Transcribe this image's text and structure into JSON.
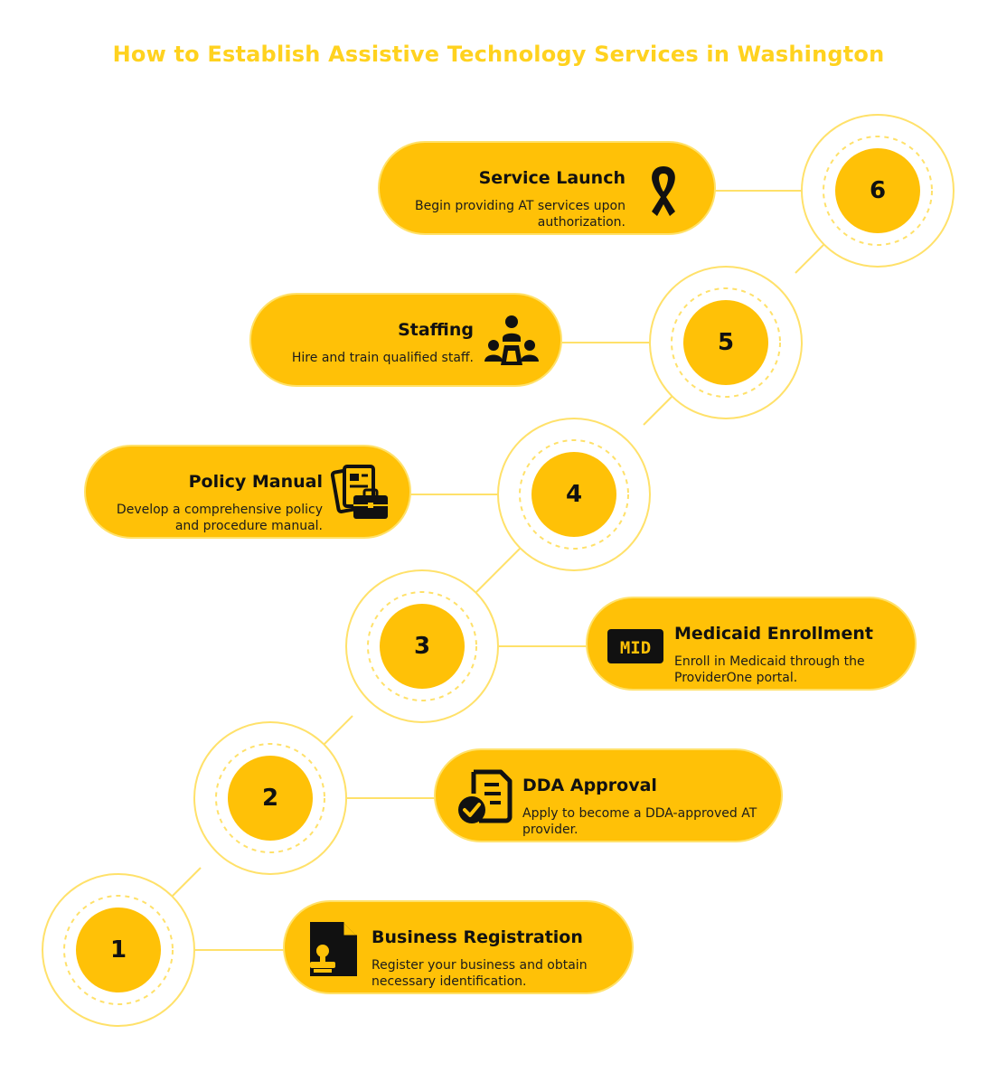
{
  "title": "How to Establish Assistive Technology Services in Washington",
  "colors": {
    "accent": "#FFC107",
    "title": "#FFD21F",
    "ring": "#FFE16A"
  },
  "steps": [
    {
      "number": "6",
      "title": "Service Launch",
      "description": "Begin providing AT services upon authorization.",
      "icon": "ribbon-icon"
    },
    {
      "number": "5",
      "title": "Staffing",
      "description": "Hire and train qualified staff.",
      "icon": "team-meeting-icon"
    },
    {
      "number": "4",
      "title": "Policy Manual",
      "description": "Develop a comprehensive policy and procedure manual.",
      "icon": "documents-briefcase-icon"
    },
    {
      "number": "3",
      "title": "Medicaid Enrollment",
      "description": "Enroll in Medicaid through the ProviderOne portal.",
      "icon": "mid-card-icon",
      "icon_text": "MID"
    },
    {
      "number": "2",
      "title": "DDA Approval",
      "description": "Apply to become a DDA-approved AT provider.",
      "icon": "approved-document-icon"
    },
    {
      "number": "1",
      "title": "Business Registration",
      "description": "Register your business and obtain necessary identification.",
      "icon": "stamp-document-icon"
    }
  ]
}
